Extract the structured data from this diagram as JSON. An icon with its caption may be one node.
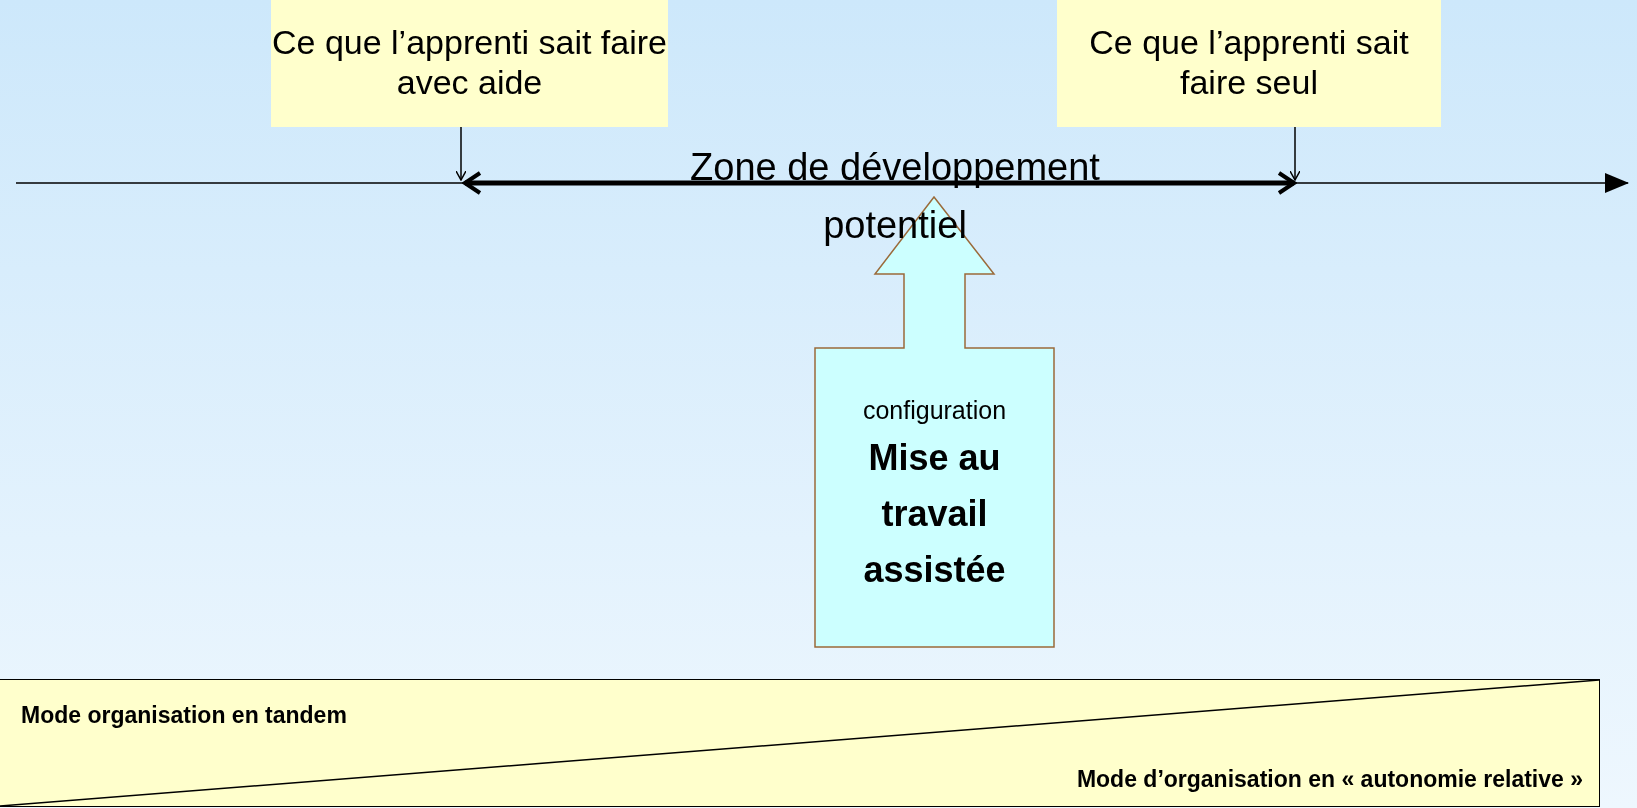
{
  "diagram": {
    "nodes": [
      {
        "text": [
          "Ce que l’apprenti sait faire avec aide"
        ]
      },
      {
        "text": [
          "Ce que l’apprenti sait faire seul"
        ]
      },
      {
        "text": [
          "configuration",
          "Mise au travail assistée"
        ]
      },
      {
        "text": [
          "Mode organisation en tandem",
          "Mode d’organisation en « autonomie relative »"
        ]
      }
    ],
    "edges": [
      {
        "from": 0,
        "to": null,
        "arrow": "to"
      },
      {
        "from": 1,
        "to": null,
        "arrow": "to"
      }
    ],
    "labels": [
      "Zone de développement potentiel"
    ]
  }
}
